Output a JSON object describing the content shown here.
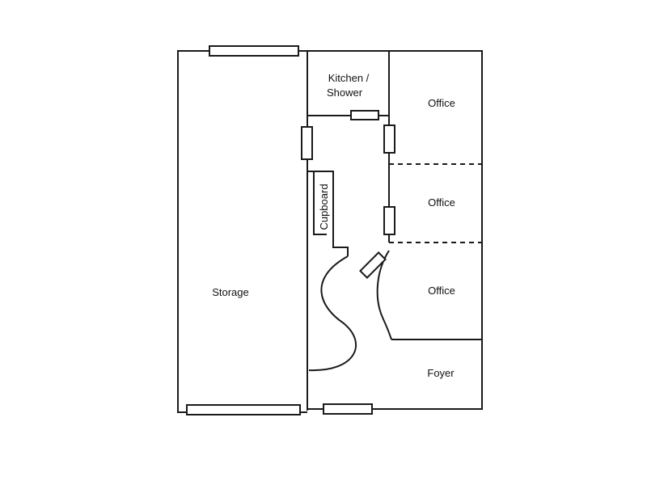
{
  "rooms": {
    "kitchen_line1": "Kitchen /",
    "kitchen_line2": "Shower",
    "office_top": "Office",
    "office_middle": "Office",
    "office_bottom": "Office",
    "storage": "Storage",
    "cupboard": "Cupboard",
    "foyer": "Foyer"
  },
  "colors": {
    "line": "#1a1a1a",
    "background": "#ffffff"
  }
}
